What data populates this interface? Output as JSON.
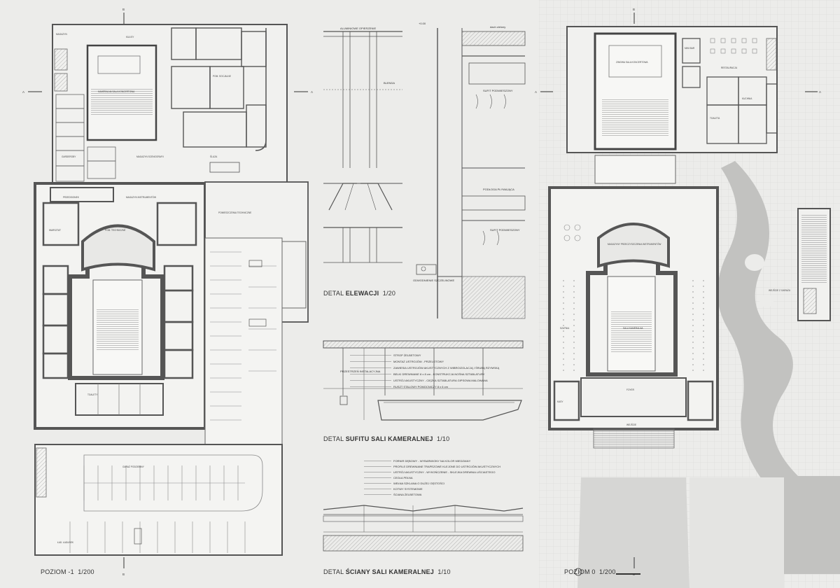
{
  "captions": {
    "level_minus1": {
      "label": "POZIOM -1",
      "scale": "1/200"
    },
    "level_0": {
      "label": "POZIOM 0",
      "scale": "1/200"
    },
    "elevation_detail": {
      "prefix": "DETAL",
      "bold": "ELEWACJI",
      "scale": "1/20"
    },
    "ceiling_detail": {
      "prefix": "DETAL",
      "bold": "SUFITU SALI KAMERALNEJ",
      "scale": "1/10"
    },
    "wall_detail": {
      "prefix": "DETAL",
      "bold": "ŚCIANY SALI KAMERALNEJ",
      "scale": "1/10"
    }
  },
  "section_markers": {
    "a": "A",
    "b": "B"
  },
  "level_minus1_rooms": {
    "magazyn": "MAGAZYN",
    "kulisy": "KULISY",
    "kameralna_scena": "KAMERALNA SALA KONCERTOWA",
    "pom_techniczne": "POM. TECHNICZNE",
    "przedsionek": "PRZEDSIONEK",
    "magazyn_instr": "MAGAZYN INSTRUMENTÓW",
    "toalety": "TOALETY",
    "garderoby": "GARDEROBY",
    "garaz": "GARAŻ PODZIEMNY",
    "lad_ladunek": "ŁAD. ŁADUNEK",
    "pom_techniczne_right": "POMIESZCZENIA TECHNICZNE",
    "sluza": "ŚLUZA",
    "warsztat": "WARSZTAT",
    "pom_socjalne": "POM. SOCJALNE",
    "magazyn_scen": "MAGAZYN SCENOGRAFII"
  },
  "level_0_rooms": {
    "zimowa_sala": "ZIMOWA SALA KONCERTOWA",
    "restauracja": "RESTAURACJA",
    "kuchnia": "KUCHNIA",
    "foyer": "FOYER",
    "sala_kameralna": "SALA KAMERALNA",
    "wejscie": "WEJŚCIE",
    "kasy": "KASY",
    "szatnia": "SZATNIA",
    "mini_bar": "MINI BAR",
    "toaleta": "TOALETA",
    "wejscie_garaz": "WEJŚCIE Z GARAŻU",
    "magazyn_przecz": "MAGAZYNY PRZECZYSZCZENIA INSTRUMENTÓW"
  },
  "elevation_notes": {
    "top_left": "ALUMINIOWE OPIERZENIE",
    "blenda": "BLENDA",
    "sufit1": "SUFIT PODWIESZONY",
    "sufit2": "SUFIT PODWIESZONY",
    "dach": "dach zielony",
    "podloga": "PODŁOGA PŁYWAJĄCA",
    "odwodnienie": "ODWODNIENIE SZCZELINOWE",
    "level": "+0.00"
  },
  "ceiling_notes": [
    "STROP ŻELBETOWY",
    "MONTAŻ USTROJÓW - PRZELOTOWY",
    "ZAWIESIA USTROJÓW AKUSTYCZNYCH Z WIBROIZOLACJĄ I ŚRUBĄ RZYMSKĄ",
    "BELKI DREWNIANE 8 x 8 cm - KONSTRUKCJA NOŚNA SZTABLATURY",
    "USTRÓJ AKUSTYCZNY - CIĘŻKA SZTABLATURA GIPSOWA MALOWANA",
    "RUSZT STALOWY POMOCNICZY 8 x 6 cm"
  ],
  "ceiling_space": "PRZESTRZEŃ INSTALACYJNA",
  "wall_notes": [
    "FORNIR DĘBOWY - WYBARWIONY NA KOLOR MIEDZIANY",
    "PROFILE DREWNIANE TRAPEZOWE KLEJONE DO USTROJÓW AKUSTYCZNYCH",
    "USTRÓJ AKUSTYCZNY - WYKOŃCZENIE - SKLEJKA DREWNIA LIŚCIASTEGO",
    "CEGŁA PEŁNA",
    "WEŁNA SZKLANA O DUŻEJ GĘSTOŚCI",
    "KOTWY SYSTEMOWE",
    "ŚCIANA ŻELBETOWA"
  ],
  "colors": {
    "paper": "#ececea",
    "wall": "#5a5a5a",
    "wall_light": "#9a9a9a",
    "landscape": "#bdbdbb",
    "line": "#666666"
  }
}
